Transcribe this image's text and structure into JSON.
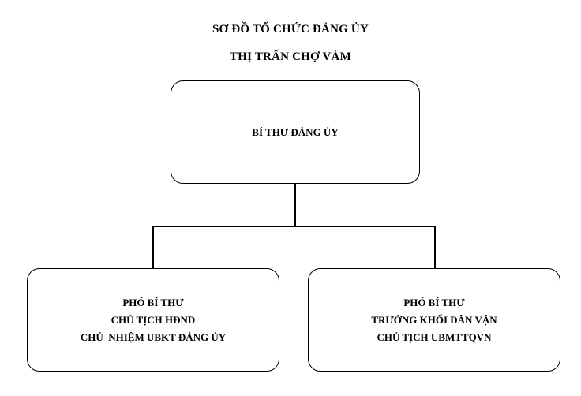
{
  "title": {
    "line1": "SƠ ĐỒ TỔ CHỨC ĐẢNG ỦY",
    "line2": "THỊ TRẤN CHỢ VÀM"
  },
  "nodes": {
    "top": {
      "lines": [
        "BÍ THƯ ĐẢNG ỦY"
      ]
    },
    "left": {
      "lines": [
        "PHÓ BÍ THƯ",
        "CHỦ TỊCH HĐND",
        "CHỦ  NHIỆM UBKT ĐẢNG ỦY"
      ]
    },
    "right": {
      "lines": [
        "PHÓ BÍ THƯ",
        "TRƯỞNG KHỐI DÂN VẬN",
        "CHỦ TỊCH UBMTTQVN"
      ]
    }
  }
}
